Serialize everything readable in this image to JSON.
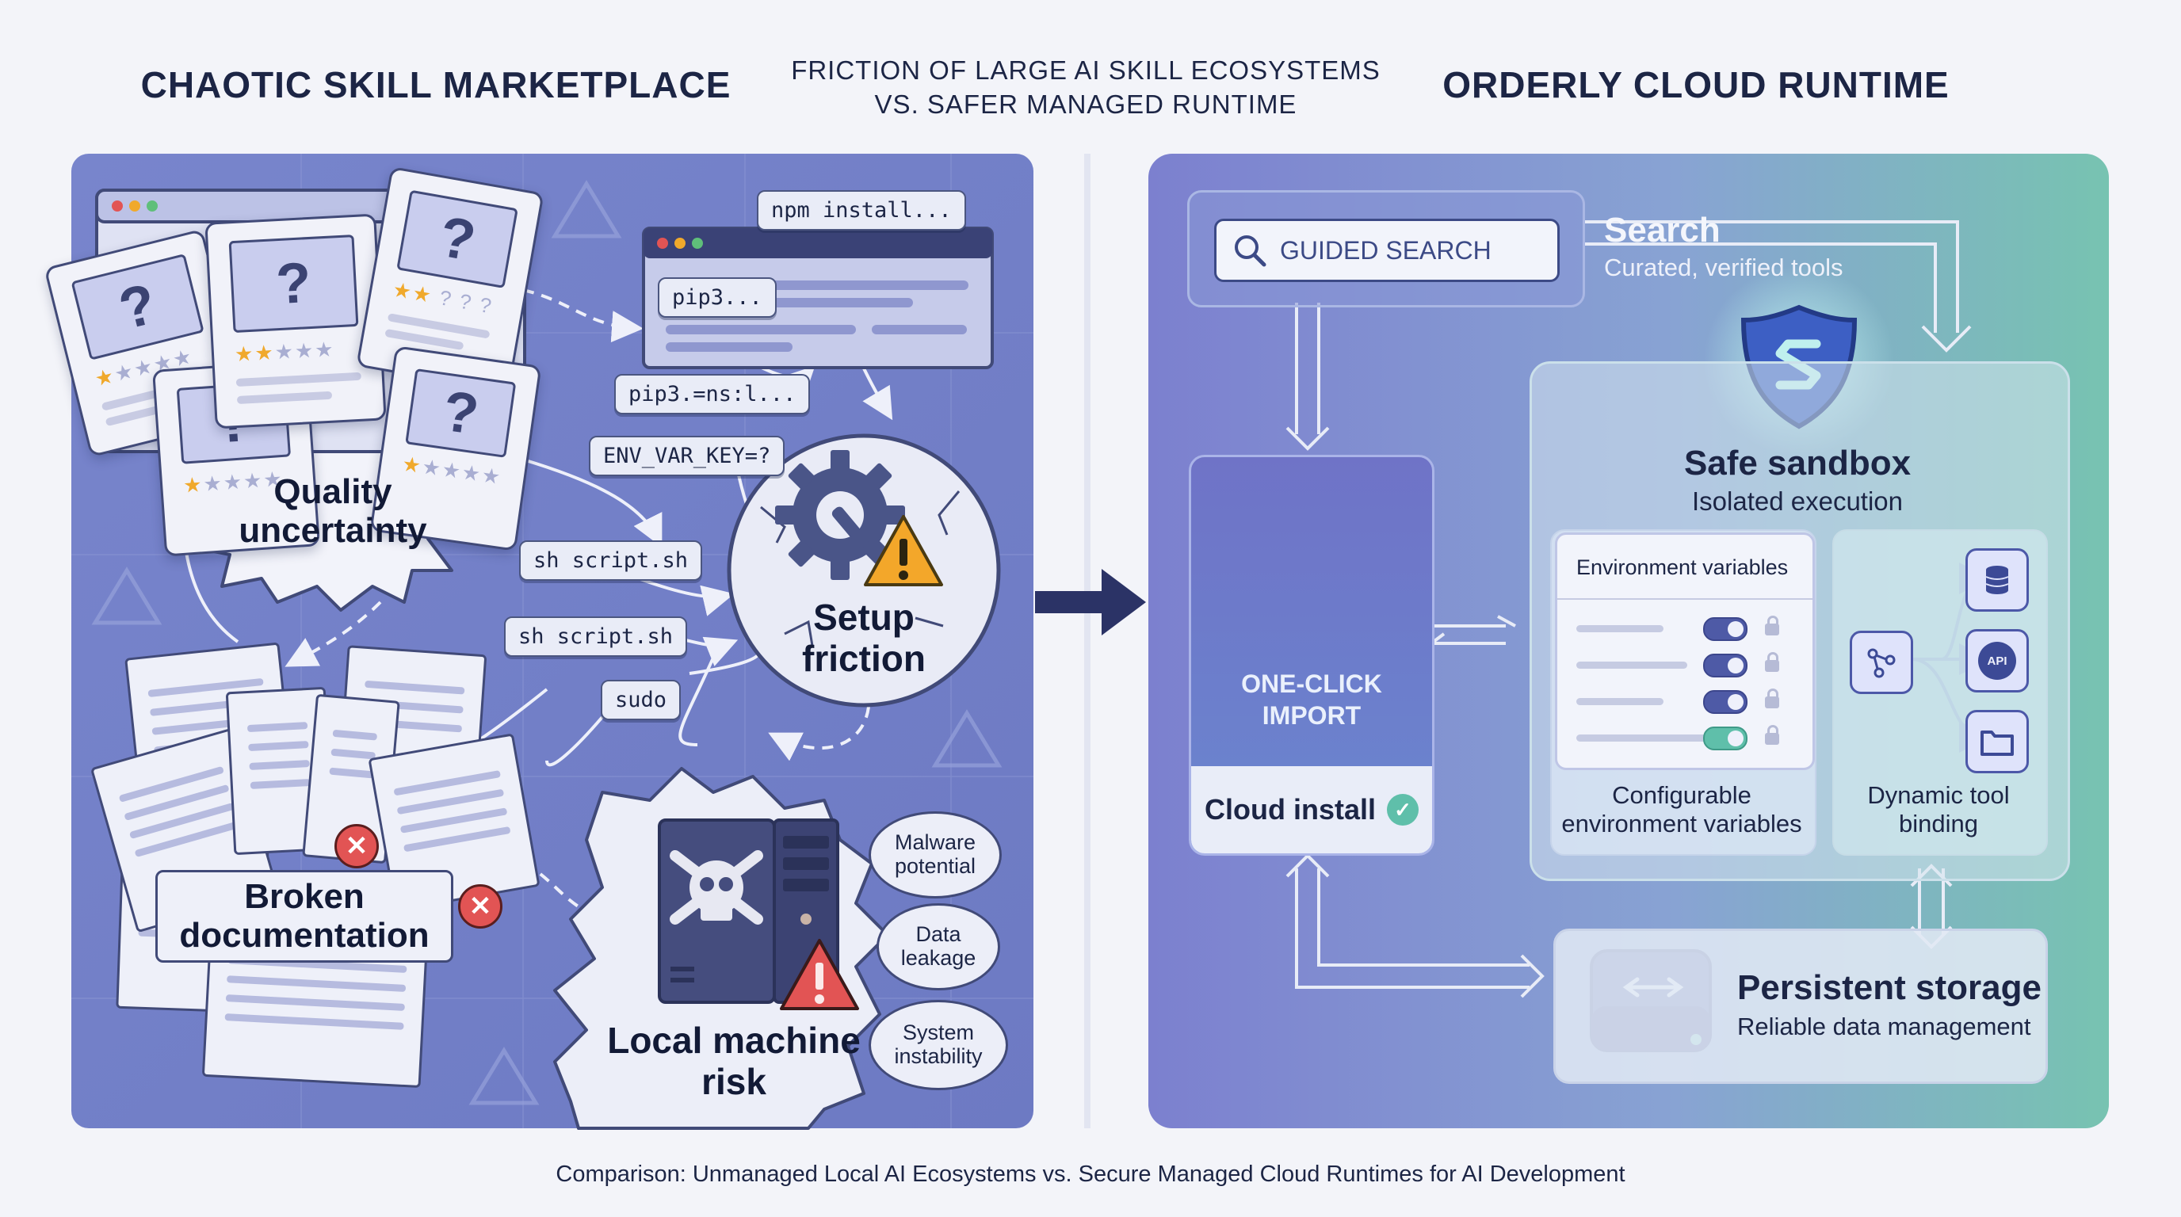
{
  "headers": {
    "left_title": "CHAOTIC SKILL MARKETPLACE",
    "center_title_line1": "FRICTION OF LARGE AI SKILL ECOSYSTEMS",
    "center_title_line2": "VS. SAFER MANAGED RUNTIME",
    "right_title": "ORDERLY CLOUD RUNTIME"
  },
  "left_panel": {
    "commands": {
      "npm": "npm install...",
      "pip3": "pip3...",
      "pip3_garbled": "pip3.=ns:l...",
      "env": "ENV_VAR_KEY=?",
      "sh1": "sh script.sh",
      "sh2": "sh script.sh",
      "sudo": "sudo"
    },
    "quality_label_line1": "Quality",
    "quality_label_line2": "uncertainty",
    "setup_label_line1": "Setup",
    "setup_label_line2": "friction",
    "broken_label_line1": "Broken",
    "broken_label_line2": "documentation",
    "local_label_line1": "Local machine",
    "local_label_line2": "risk",
    "card_question_mark": "?",
    "card_question_stars": "? ? ?",
    "risks": {
      "malware_line1": "Malware",
      "malware_line2": "potential",
      "data_line1": "Data",
      "data_line2": "leakage",
      "system_line1": "System",
      "system_line2": "instability"
    }
  },
  "right_panel": {
    "search_placeholder": "GUIDED SEARCH",
    "search_title": "Search",
    "search_subtitle": "Curated, verified tools",
    "import_line1": "ONE-CLICK",
    "import_line2": "IMPORT",
    "cloud_install": "Cloud install",
    "sandbox_title": "Safe sandbox",
    "sandbox_subtitle": "Isolated execution",
    "env_card_title": "Environment variables",
    "env_caption_line1": "Configurable",
    "env_caption_line2": "environment variables",
    "tool_caption_line1": "Dynamic tool",
    "tool_caption_line2": "binding",
    "api_label": "API",
    "storage_title": "Persistent storage",
    "storage_subtitle": "Reliable data management"
  },
  "footer": "Comparison: Unmanaged Local AI Ecosystems vs. Secure Managed Cloud Runtimes for AI Development",
  "colors": {
    "left_panel_bg": "#7a86cf",
    "right_panel_bg_start": "#7e83cf",
    "right_panel_bg_end": "#79c4b3",
    "star": "#f0a92c",
    "warning": "#f3a72a",
    "error": "#e25454",
    "check": "#5fbfaa"
  }
}
